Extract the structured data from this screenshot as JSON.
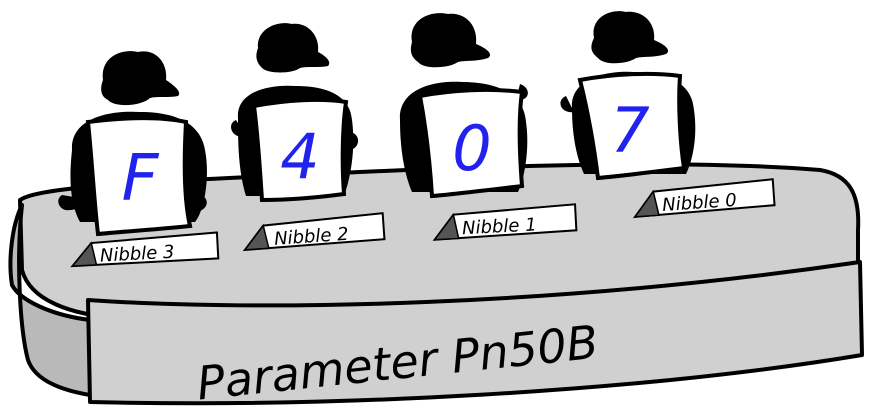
{
  "parameter": {
    "label": "Parameter Pn50B"
  },
  "nibbles": [
    {
      "char": "F",
      "label": "Nibble 3"
    },
    {
      "char": "4",
      "label": "Nibble 2"
    },
    {
      "char": "0",
      "label": "Nibble 1"
    },
    {
      "char": "7",
      "label": "Nibble 0"
    }
  ],
  "colors": {
    "digit": "#2222ee",
    "table": "#d0d0d0",
    "table_side": "#b9b9b9",
    "figure": "#000000",
    "card": "#ffffff"
  }
}
